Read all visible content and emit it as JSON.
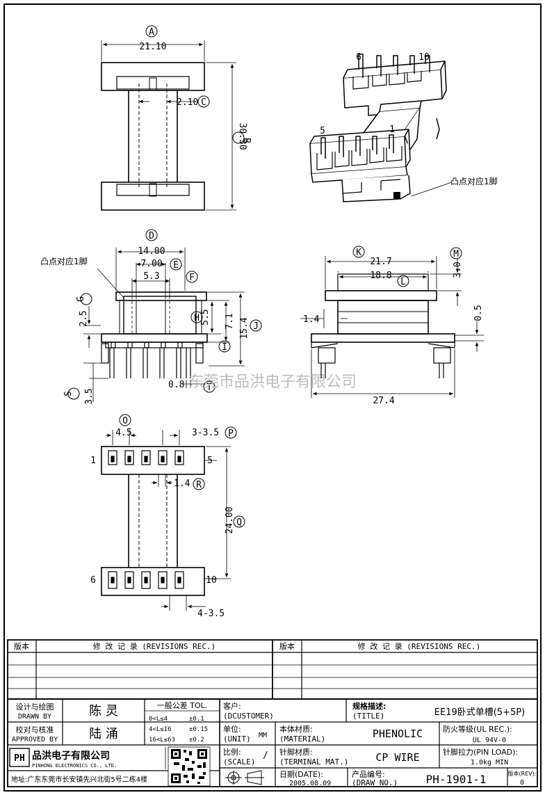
{
  "drawing": {
    "top_view": {
      "dims": {
        "A": "21.10",
        "C": "2.10",
        "B": "30.30"
      },
      "circles": {
        "A": "A",
        "B": "B",
        "C": "C"
      }
    },
    "iso_view": {
      "pins_top": [
        "6",
        "10"
      ],
      "pins_bottom": [
        "5",
        "1"
      ],
      "note": "凸点对应1脚"
    },
    "front_view": {
      "note": "凸点对应1脚",
      "dims": {
        "D": "14.00",
        "E": "7.00",
        "F": "5.3",
        "G": "2.5",
        "H": "5.5",
        "J": "15.4",
        "I": "7.1",
        "T": "0.8",
        "S": "3.5"
      },
      "circles": {
        "D": "D",
        "E": "E",
        "F": "F",
        "G": "G",
        "H": "H",
        "I": "I",
        "J": "J",
        "S": "S",
        "T": "T"
      }
    },
    "side_view": {
      "dims": {
        "K": "21.7",
        "L": "18.8",
        "M": "3.0",
        "N": "0.5",
        "left": "1.4",
        "bottom": "27.4"
      },
      "circles": {
        "K": "K",
        "L": "L",
        "M": "M"
      }
    },
    "pin_view": {
      "dims": {
        "O": "4.5",
        "P": "3-3.5",
        "R": "1.4",
        "Q": "24.00",
        "bottom": "4-3.5"
      },
      "circles": {
        "O": "O",
        "P": "P",
        "Q": "Q",
        "R": "R"
      },
      "pin_labels": {
        "p1": "1",
        "p5": "5",
        "p6": "6",
        "p10": "10"
      }
    },
    "watermark": "东莞市品洪电子有限公司"
  },
  "revisions": {
    "col_version": "版本",
    "col_record": "修 改 记 录 (REVISIONS REC.)"
  },
  "title_block": {
    "designer_label_cn": "设计与绘图",
    "designer_label_en": "DRAWN BY",
    "designer": "陈 灵",
    "approver_label_cn": "校对与核准",
    "approver_label_en": "APPROVED BY",
    "approver": "陆 涌",
    "tol_title": "一般公差 TOL.",
    "tol_rows": [
      {
        "range": "0<L≤4",
        "value": "±0.1"
      },
      {
        "range": "4<L≤16",
        "value": "±0.15"
      },
      {
        "range": "16<L≤63",
        "value": "±0.2"
      }
    ],
    "customer_label": "客户:",
    "customer_label_en": "(DCUSTOMER)",
    "title_label": "规格描述:",
    "title_label_en": "(TITLE)",
    "title_value": "EE19卧式单槽(5+5P)",
    "unit_label": "单位:",
    "unit_label_en": "(UNIT)",
    "unit_value": "MM",
    "material_label": "本体材质:",
    "material_label_en": "(MATERIAL)",
    "material_value": "PHENOLIC",
    "fire_label": "防火等级(UL REC.):",
    "fire_value": "UL 94V-0",
    "scale_label": "比例:",
    "scale_label_en": "(SCALE)",
    "scale_value": "/",
    "terminal_label": "针脚材质:",
    "terminal_label_en": "(TERMINAL MAT.)",
    "terminal_value": "CP WIRE",
    "pinload_label": "针脚拉力(PIN LOAD):",
    "pinload_value": "1.0kg MIN",
    "date_label": "日期(DATE):",
    "date_value": "2005.08.09",
    "drawno_label": "产品编号:",
    "drawno_label_en": "(DRAW NO.)",
    "drawno_value": "PH-1901-1",
    "rev_label": "版本(REV):",
    "rev_value": "0",
    "company_logo": "PH",
    "company_cn": "品洪电子有限公司",
    "company_en": "PINHONG ELECTRONICS CO., LTD.",
    "address": "地址:广东东莞市长安镇先兴北街5号二栋4楼"
  }
}
